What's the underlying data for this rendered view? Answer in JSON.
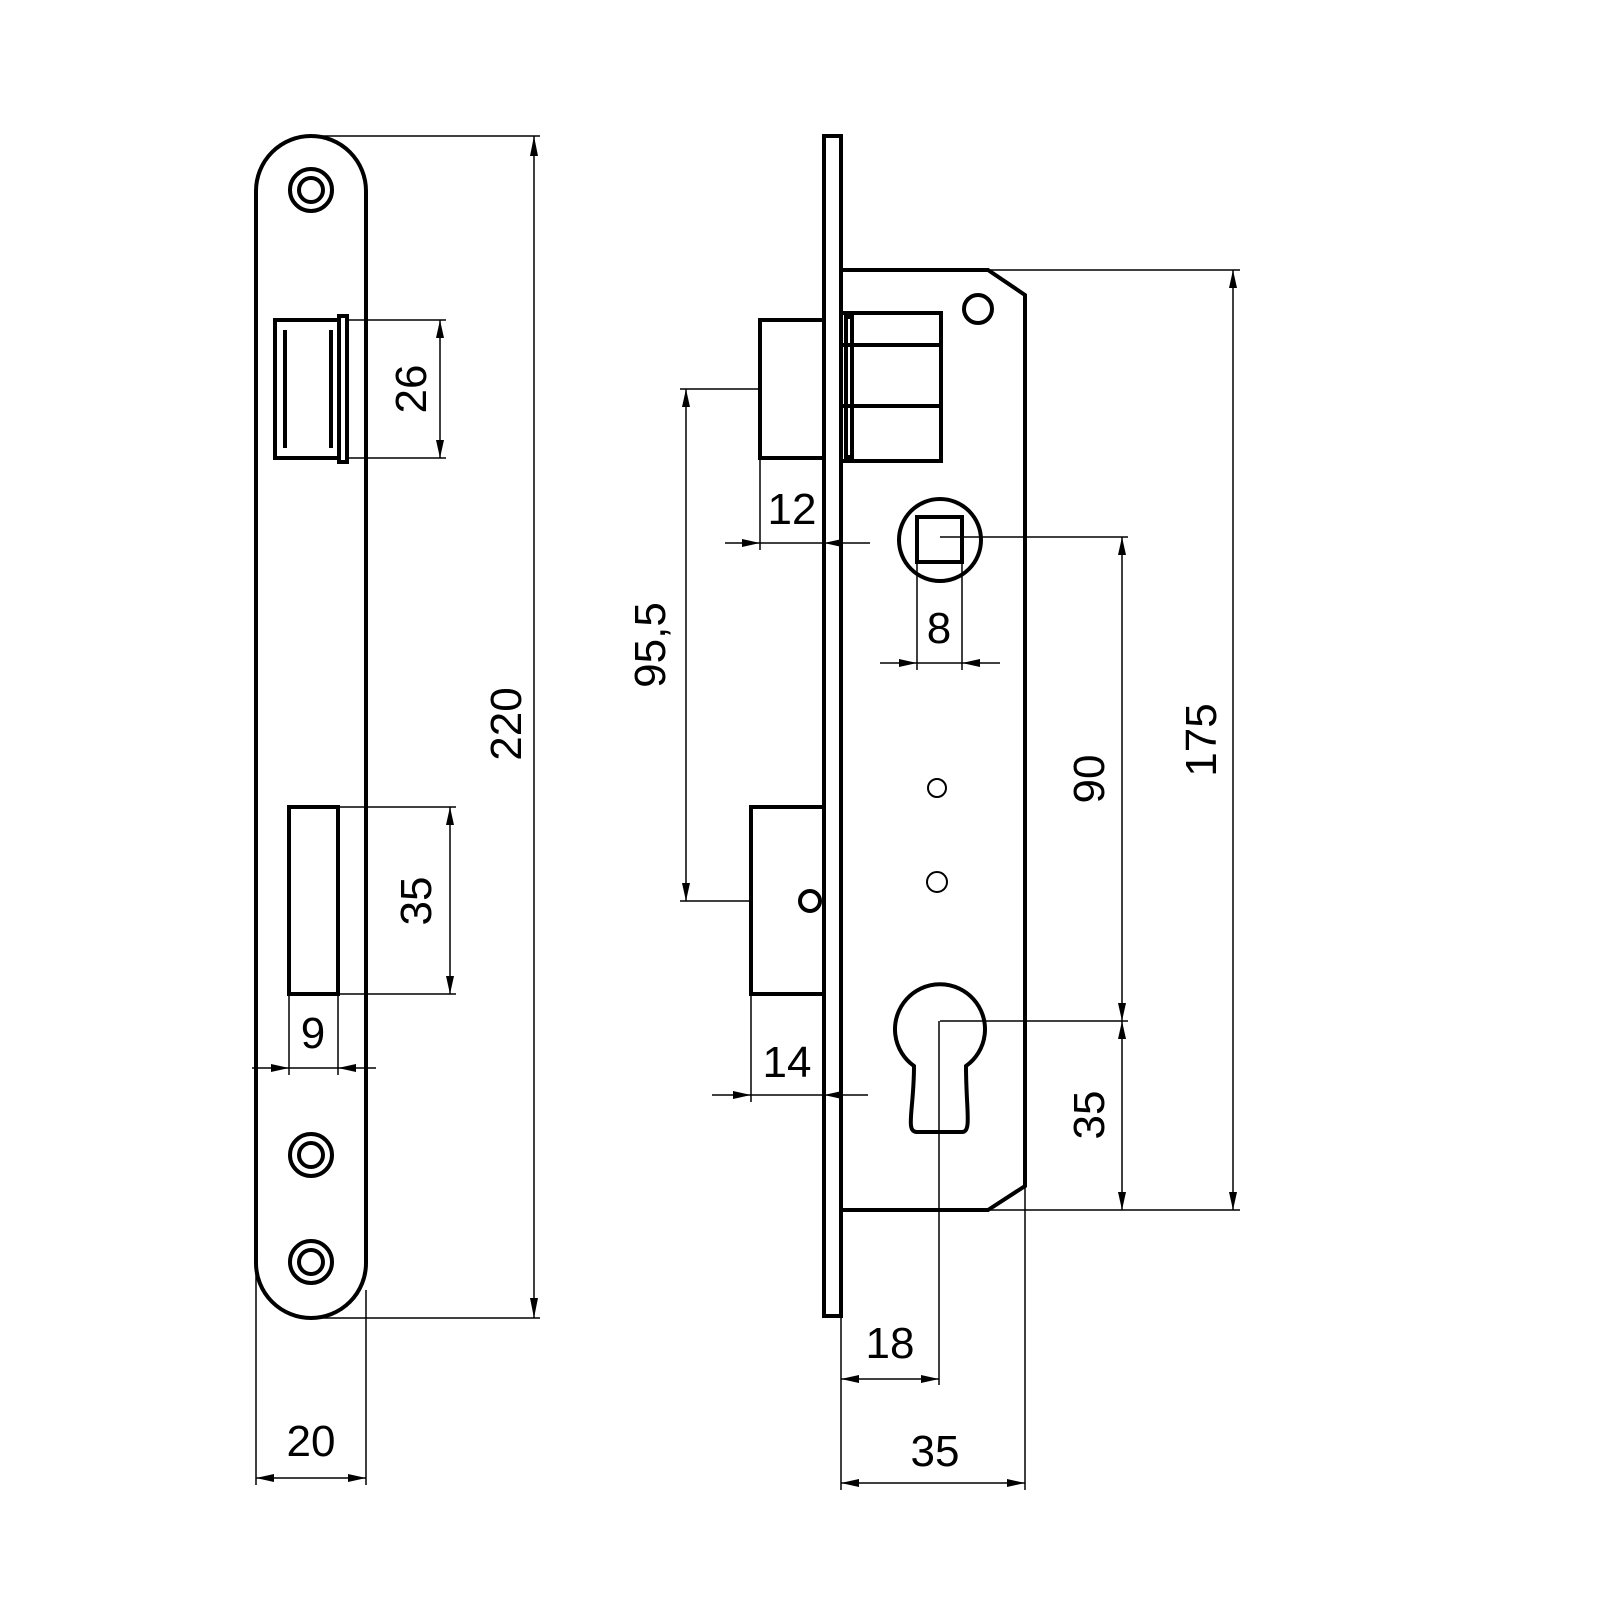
{
  "front_view": {
    "overall_height": "220",
    "faceplate_width": "20",
    "latch_height": "26",
    "deadbolt_height": "35",
    "deadbolt_width": "9"
  },
  "side_view": {
    "latch_projection": "12",
    "spindle_square": "8",
    "latch_to_deadbolt": "95,5",
    "spindle_to_cylinder": "90",
    "case_height": "175",
    "deadbolt_projection": "14",
    "cylinder_to_bottom": "35",
    "backset": "18",
    "case_depth": "35"
  }
}
